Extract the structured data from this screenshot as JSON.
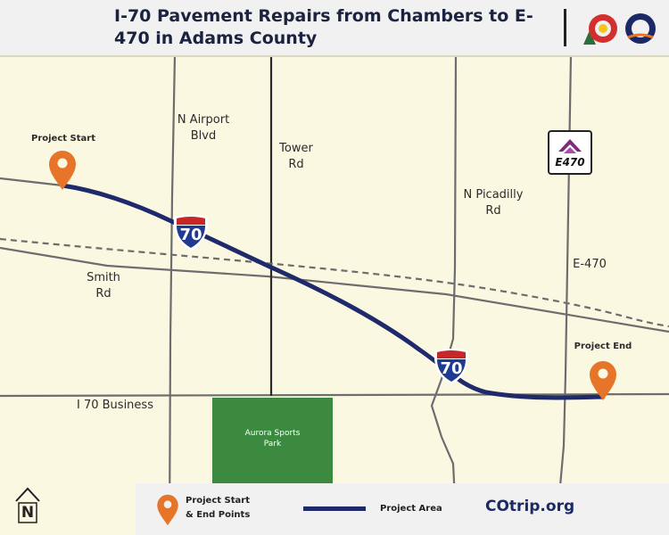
{
  "header": {
    "title": "I-70 Pavement Repairs from Chambers to E-470 in Adams County"
  },
  "roads": {
    "airport_line1": "N Airport",
    "airport_line2": "Blvd",
    "tower_line1": "Tower",
    "tower_line2": "Rd",
    "picadilly_line1": "N Picadilly",
    "picadilly_line2": "Rd",
    "e470": "E-470",
    "smith_line1": "Smith",
    "smith_line2": "Rd",
    "business": "I 70 Business"
  },
  "markers": {
    "start_label": "Project Start",
    "end_label": "Project End"
  },
  "shields": {
    "interstate_1": "70",
    "interstate_2": "70",
    "e470_text": "E470"
  },
  "park": {
    "line1": "Aurora Sports",
    "line2": "Park"
  },
  "legend": {
    "points_line1": "Project Start",
    "points_line2": "& End Points",
    "area_label": "Project Area",
    "website": "COtrip.org"
  },
  "north": {
    "letter": "N"
  },
  "colors": {
    "project_line": "#1f2a6b",
    "marker": "#e6752a",
    "background": "#fbf8e2",
    "park": "#3b8a3f",
    "chevron": "#1f2a6b",
    "roads": "#6b6b6b"
  }
}
